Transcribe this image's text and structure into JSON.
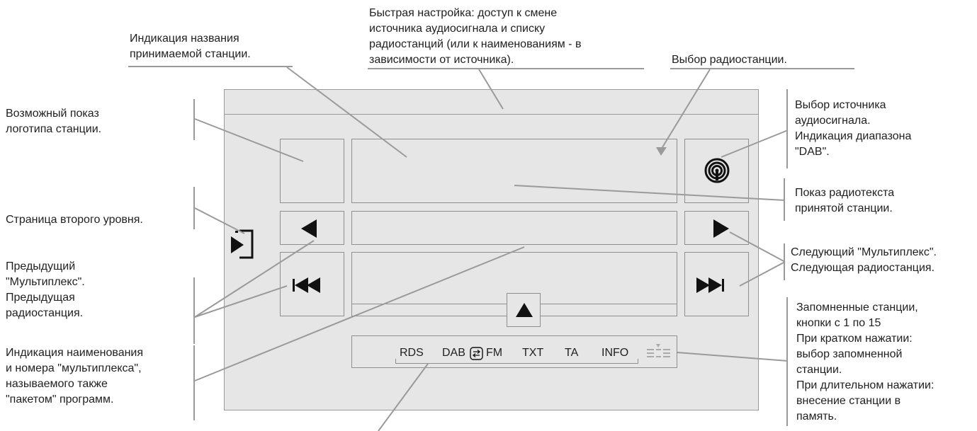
{
  "labels": {
    "quick_setting": "Быстрая настройка: доступ к смене\nисточника аудиосигнала и списку\nрадиостанций (или к наименованиям - в\nзависимости от источника).",
    "station_name": "Индикация названия\nпринимаемой станции.",
    "station_select": "Выбор радиостанции.",
    "logo": "Возможный показ\nлоготипа станции.",
    "source_select": "Выбор источника\nаудиосигнала.\nИндикация диапазона\n\"DAB\".",
    "radiotext": "Показ радиотекста\nпринятой станции.",
    "second_level": "Страница второго уровня.",
    "prev_multiplex": "Предыдущий\n\"Мультиплекс\".\nПредыдущая\nрадиостанция.",
    "next_multiplex": "Следующий \"Мультиплекс\".\nСледующая радиостанция.",
    "multiplex_name": "Индикация наименования\nи номера \"мультиплекса\",\nназываемого также\n\"пакетом\" программ.",
    "presets": "Запомненные станции,\nкнопки с 1 по 15\nПри кратком нажатии:\nвыбор запомненной\nстанции.\nПри длительном нажатии:\nвнесение станции в\nпамять."
  },
  "tabs": {
    "rds": "RDS",
    "dab": "DAB",
    "fm": "FM",
    "txt": "TXT",
    "ta": "TA",
    "info": "INFO"
  },
  "icons": {
    "source": "radio-waves-icon",
    "second_level": "page-enter-icon",
    "prev": "triangle-left-icon",
    "next": "triangle-right-icon",
    "seek_back": "skip-back-icon",
    "seek_forward": "skip-forward-icon",
    "list_up": "triangle-up-icon",
    "preset": "preset-list-icon",
    "swap": "swap-arrows-icon"
  },
  "colors": {
    "screen_bg": "#e6e6e6",
    "border": "#8f8f8f",
    "leader": "#9a9a9a",
    "ink": "#1f1f1f"
  }
}
